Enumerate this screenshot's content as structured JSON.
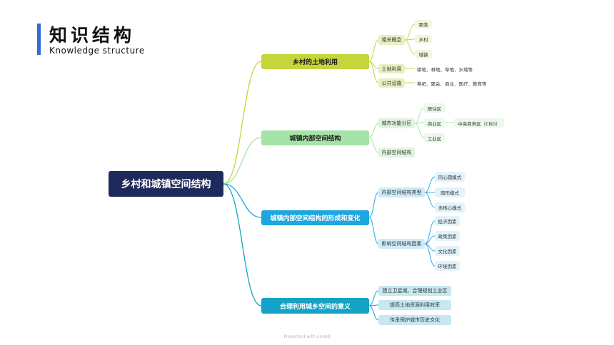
{
  "header": {
    "title": "知识结构",
    "subtitle": "Knowledge structure"
  },
  "watermark": "Presented with xmind",
  "colors": {
    "root": "#1f2a5c",
    "branch1": "#c4d63a",
    "branch2": "#a6e3a6",
    "branch3": "#1ea6e0",
    "branch4": "#14a3c7"
  },
  "mindmap": {
    "root": "乡村和城镇空间结构",
    "branches": [
      {
        "label": "乡村的土地利用",
        "children": [
          {
            "label": "相关概念",
            "children": [
              {
                "label": "聚落"
              },
              {
                "label": "乡村"
              },
              {
                "label": "城镇"
              }
            ]
          },
          {
            "label": "土地利用",
            "children": [
              {
                "label": "耕地、林地、草地、水域等"
              }
            ]
          },
          {
            "label": "公共设施",
            "children": [
              {
                "label": "祭祀、聚会、商业、医疗、教育等"
              }
            ]
          }
        ]
      },
      {
        "label": "城镇内部空间结构",
        "children": [
          {
            "label": "城市功能分区",
            "children": [
              {
                "label": "居住区"
              },
              {
                "label": "商业区",
                "children": [
                  {
                    "label": "中央商务区（CBD）"
                  }
                ]
              },
              {
                "label": "工业区"
              }
            ]
          },
          {
            "label": "内部空间结构"
          }
        ]
      },
      {
        "label": "城镇内部空间结构的形成和变化",
        "children": [
          {
            "label": "内部空间结构类型",
            "children": [
              {
                "label": "同心圆模式"
              },
              {
                "label": "扇形模式"
              },
              {
                "label": "多核心模式"
              }
            ]
          },
          {
            "label": "影响空间结构因素",
            "children": [
              {
                "label": "经济因素"
              },
              {
                "label": "政策因素"
              },
              {
                "label": "文化因素"
              },
              {
                "label": "环境因素"
              }
            ]
          }
        ]
      },
      {
        "label": "合理利用城乡空间的意义",
        "children": [
          {
            "label": "建立卫星城、合理规划工业区"
          },
          {
            "label": "提高土地资源利用效率"
          },
          {
            "label": "传承保护城市历史文化"
          }
        ]
      }
    ]
  }
}
